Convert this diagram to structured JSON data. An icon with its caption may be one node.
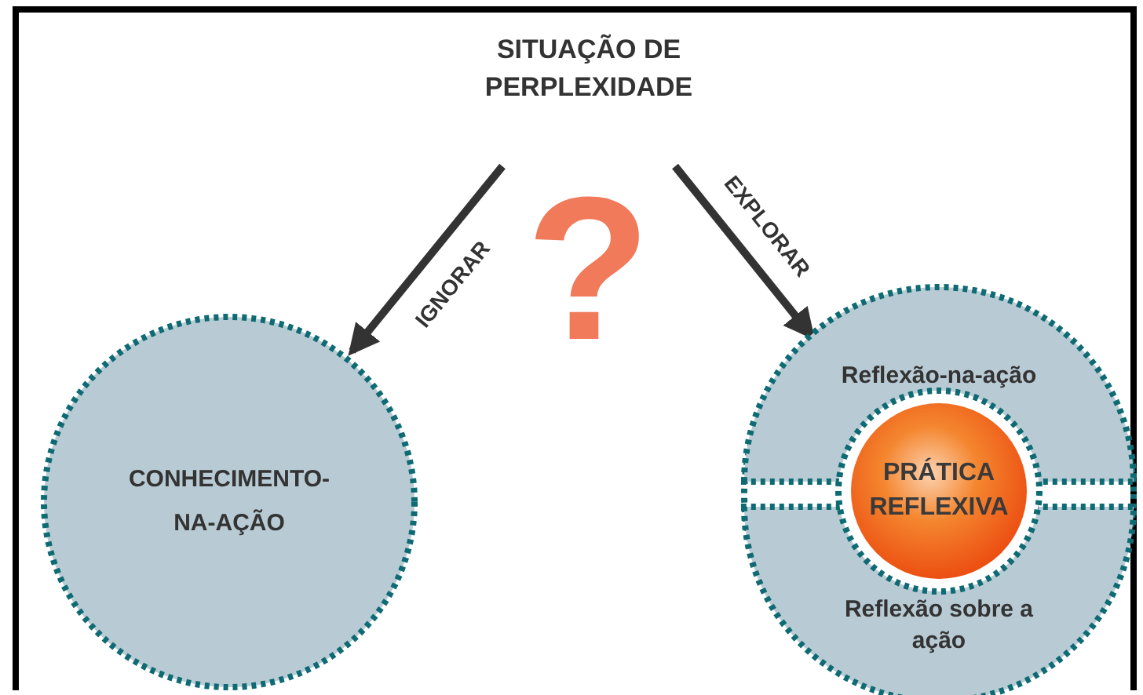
{
  "diagram": {
    "nodes": [
      {
        "text": [
          "SITUAÇÃO DE PERPLEXIDADE"
        ]
      },
      {
        "text": [
          "CONHECIMENTO-NA-AÇÃO"
        ]
      },
      {
        "text": [],
        "shape": "circle"
      },
      {
        "text": [
          "Reflexão-na-ação"
        ],
        "in": 2
      },
      {
        "text": [
          "PRÁTICA REFLEXIVA"
        ],
        "in": 2
      },
      {
        "text": [
          "Reflexão sobre a ação"
        ],
        "in": 2
      }
    ],
    "edges": [
      {
        "from": 0,
        "to": 1,
        "label": "IGNORAR",
        "arrow": "to"
      },
      {
        "from": 0,
        "to": 2,
        "label": "EXPLORAR",
        "arrow": "to"
      }
    ],
    "labels": [
      "?"
    ]
  }
}
